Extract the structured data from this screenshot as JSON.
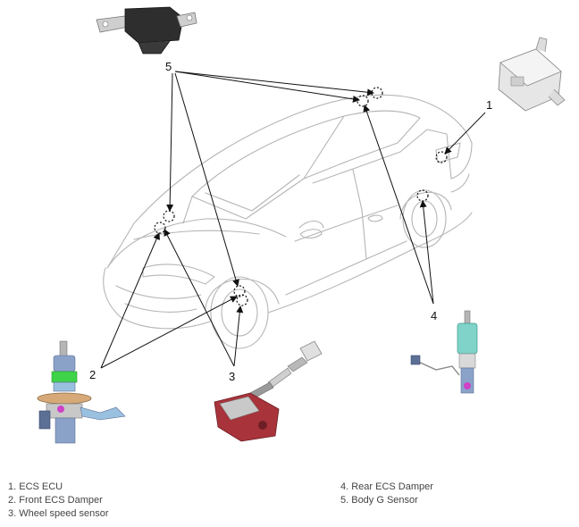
{
  "callouts": {
    "ecu": "1",
    "front_damper": "2",
    "wheel_speed": "3",
    "rear_damper": "4",
    "body_g": "5"
  },
  "legend": {
    "left": [
      "1. ECS ECU",
      "2. Front ECS Damper",
      "3. Wheel speed sensor"
    ],
    "right": [
      "4. Rear ECS Damper",
      "5. Body G Sensor"
    ]
  },
  "colors": {
    "line": "#111111",
    "car_outline": "#b5b5b5",
    "damper_teal": "#7fd3c8",
    "damper_green": "#3fd34a",
    "damper_blue": "#8aa2c8",
    "sensor_red": "#a8333a",
    "part_gray": "#9a9a9a"
  }
}
